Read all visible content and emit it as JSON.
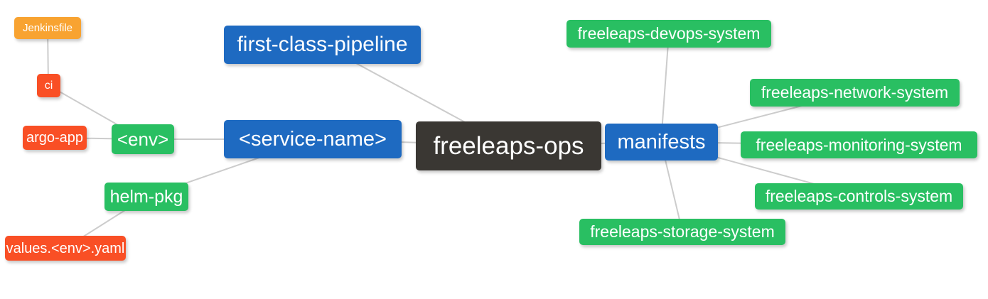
{
  "colors": {
    "blue": "#1e6ac1",
    "green": "#29bf62",
    "orange": "#f8a331",
    "red": "#f94f25",
    "dark": "#3a3733",
    "edge": "#cccccc",
    "text": "#ffffff"
  },
  "nodes": [
    {
      "id": "jenkinsfile",
      "label": "Jenkinsfile",
      "color": "orange"
    },
    {
      "id": "ci",
      "label": "ci",
      "color": "red"
    },
    {
      "id": "argo-app",
      "label": "argo-app",
      "color": "red"
    },
    {
      "id": "env",
      "label": "<env>",
      "color": "green"
    },
    {
      "id": "helm-pkg",
      "label": "helm-pkg",
      "color": "green"
    },
    {
      "id": "values",
      "label": "values.<env>.yaml",
      "color": "red"
    },
    {
      "id": "pipeline",
      "label": "first-class-pipeline",
      "color": "blue"
    },
    {
      "id": "service",
      "label": "<service-name>",
      "color": "blue"
    },
    {
      "id": "ops",
      "label": "freeleaps-ops",
      "color": "dark"
    },
    {
      "id": "manifests",
      "label": "manifests",
      "color": "blue"
    },
    {
      "id": "devops",
      "label": "freeleaps-devops-system",
      "color": "green"
    },
    {
      "id": "network",
      "label": "freeleaps-network-system",
      "color": "green"
    },
    {
      "id": "monitoring",
      "label": "freeleaps-monitoring-system",
      "color": "green"
    },
    {
      "id": "controls",
      "label": "freeleaps-controls-system",
      "color": "green"
    },
    {
      "id": "storage",
      "label": "freeleaps-storage-system",
      "color": "green"
    }
  ],
  "edges": [
    [
      "jenkinsfile",
      "ci"
    ],
    [
      "ci",
      "env"
    ],
    [
      "argo-app",
      "env"
    ],
    [
      "env",
      "service"
    ],
    [
      "helm-pkg",
      "service"
    ],
    [
      "values",
      "helm-pkg"
    ],
    [
      "pipeline",
      "ops"
    ],
    [
      "service",
      "ops"
    ],
    [
      "ops",
      "manifests"
    ],
    [
      "manifests",
      "devops"
    ],
    [
      "manifests",
      "network"
    ],
    [
      "manifests",
      "monitoring"
    ],
    [
      "manifests",
      "controls"
    ],
    [
      "manifests",
      "storage"
    ]
  ]
}
